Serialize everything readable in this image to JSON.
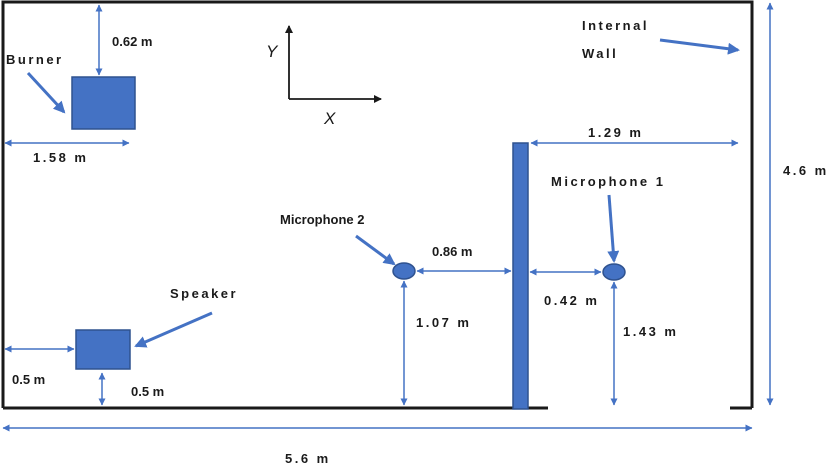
{
  "labels": {
    "burner": "Burner",
    "internal_wall": [
      "Internal",
      "Wall"
    ],
    "speaker": "Speaker",
    "microphone_1": "Microphone 1",
    "microphone_2": "Microphone 2"
  },
  "axes": {
    "x": "X",
    "y": "Y"
  },
  "dimensions": {
    "burner_top": "0.62 m",
    "burner_left": "1.58 m",
    "wall_to_right": "1.29 m",
    "room_height": "4.6 m",
    "mic2_to_wall": "0.86 m",
    "mic2_height": "1.07 m",
    "wall_to_mic1": "0.42 m",
    "mic1_height": "1.43 m",
    "speaker_left": "0.5 m",
    "speaker_bottom": "0.5 m",
    "room_width": "5.6 m"
  },
  "colors": {
    "object_fill": "#4472c4",
    "object_stroke": "#2f528f",
    "outline": "#1a1a1a"
  }
}
